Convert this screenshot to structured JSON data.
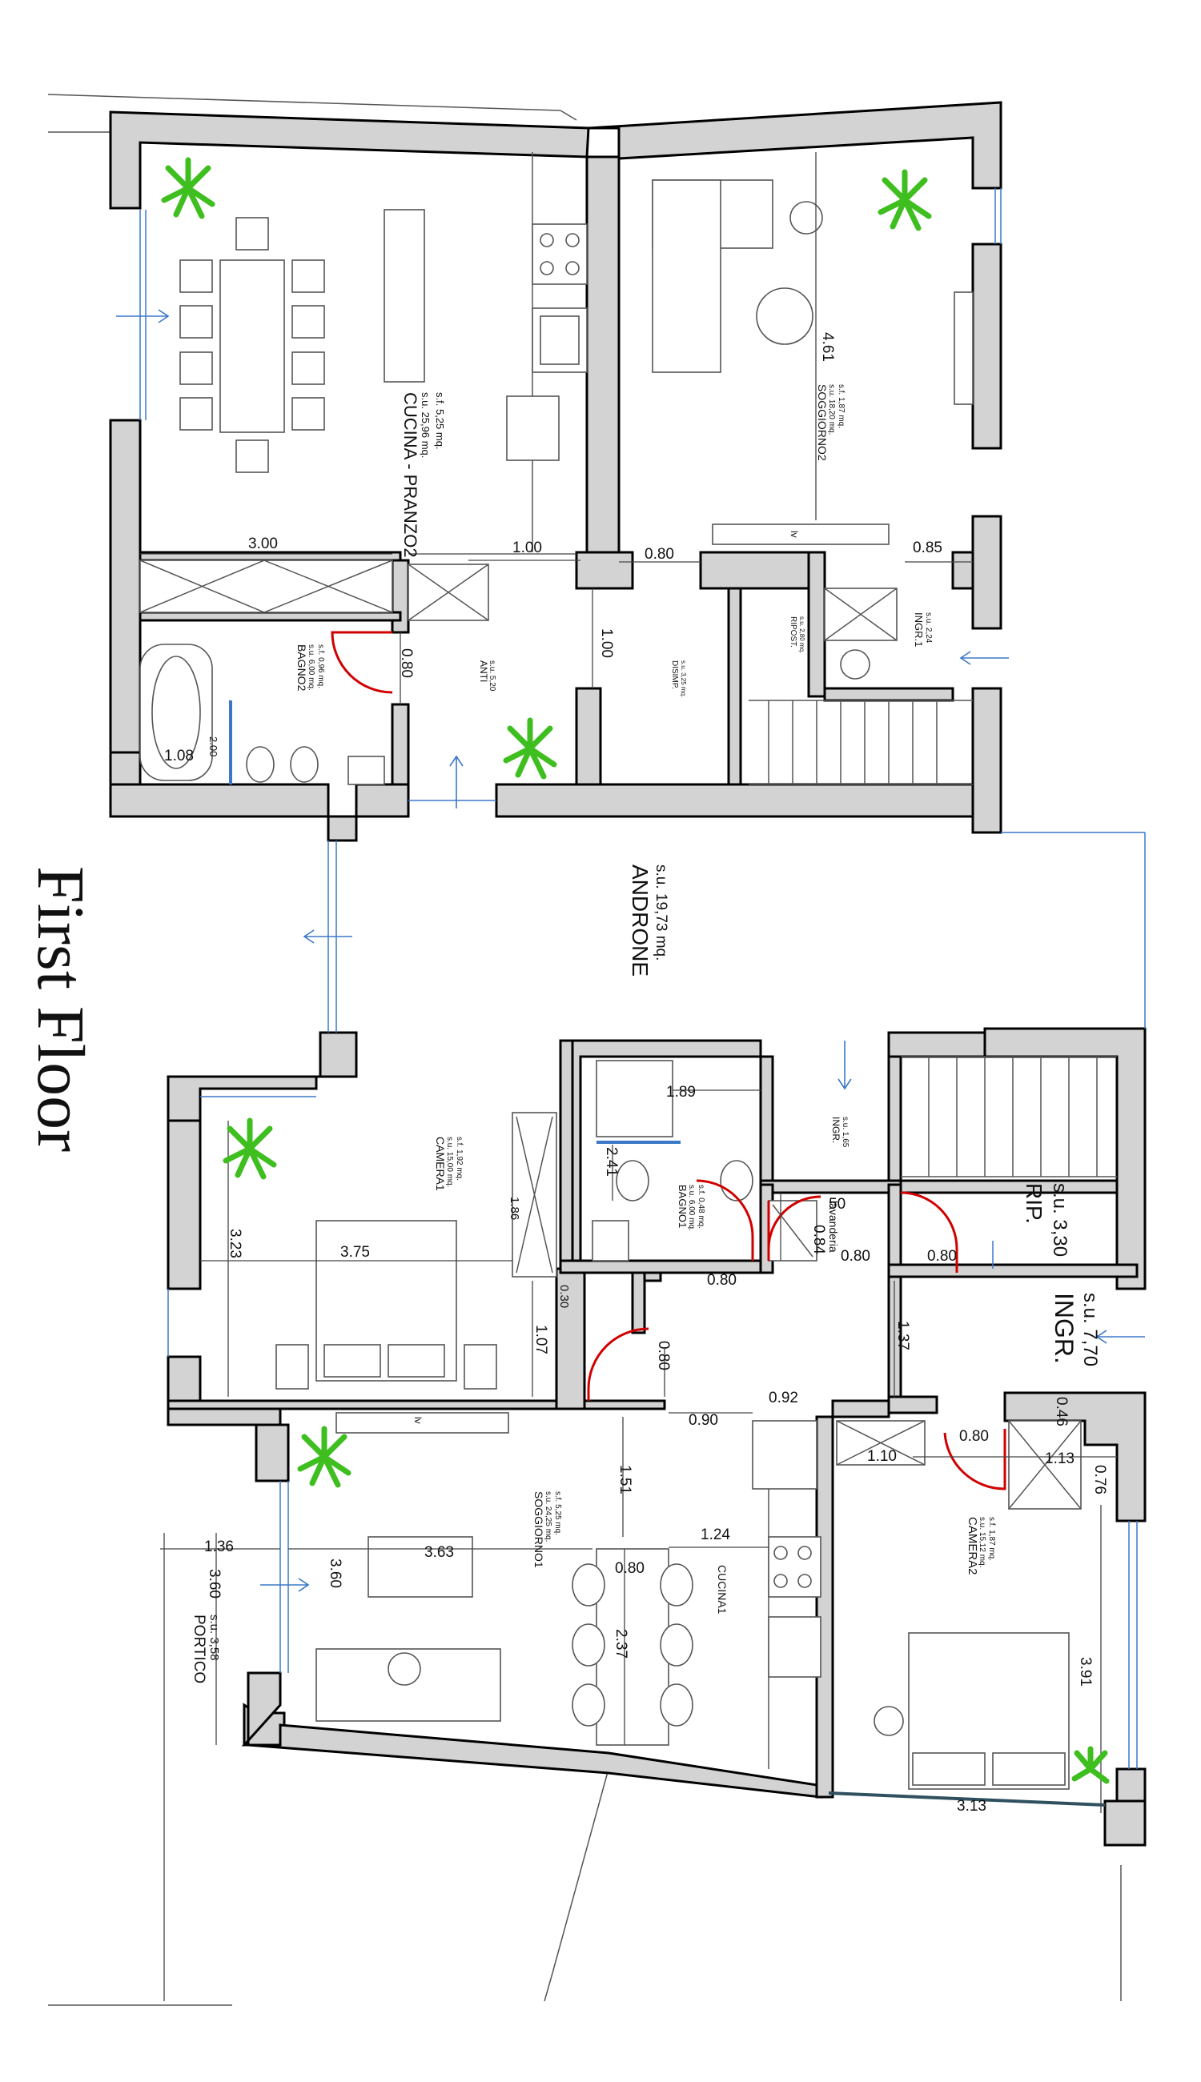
{
  "title": "First Floor",
  "rooms": {
    "cucina_pranzo2": {
      "name": "CUCINA - PRANZO2",
      "su": "s.u. 25,96 mq.",
      "sf": "s.f. 5,25 mq."
    },
    "soggiorno2": {
      "name": "SOGGIORNO2",
      "su": "s.u. 18,20 mq.",
      "sf": "s.f. 1,87 mq."
    },
    "bagno2": {
      "name": "BAGNO2",
      "su": "s.u. 6,00 mq.",
      "sf": "s.f. 0,96 mq."
    },
    "anti": {
      "name": "ANTI",
      "su": "s.u. 5,20"
    },
    "disimp": {
      "name": "DISIMP.",
      "su": "s.u. 3,25 mq."
    },
    "ripost": {
      "name": "RIPOST.",
      "su": "s.u. 2,80 mq."
    },
    "ingr1": {
      "name": "INGR.1",
      "su": "s.u. 2,24"
    },
    "androne": {
      "name": "ANDRONE",
      "su": "s.u. 19,73 mq."
    },
    "camera1": {
      "name": "CAMERA1",
      "su": "s.u. 15,00 mq.",
      "sf": "s.f. 1,92 mq."
    },
    "bagno1": {
      "name": "BAGNO1",
      "su": "s.u. 6,00 mq.",
      "sf": "s.f. 0,48 mq."
    },
    "ingr_small": {
      "name": "INGR.",
      "su": "s.u. 1,65"
    },
    "lavanderia": {
      "name": "lavanderia"
    },
    "rip": {
      "name": "RIP.",
      "su": "s.u. 3,30"
    },
    "ingr": {
      "name": "INGR.",
      "su": "s.u. 7,70"
    },
    "soggiorno1": {
      "name": "SOGGIORNO1",
      "su": "s.u. 24,25 mq.",
      "sf": "s.f. 5,25 mq."
    },
    "cucina1": {
      "name": "CUCINA1"
    },
    "camera2": {
      "name": "CAMERA2",
      "su": "s.u. 15,12 mq.",
      "sf": "s.f. 1,87 mq."
    },
    "portico": {
      "name": "PORTICO",
      "su": "s.u. 3,58"
    }
  },
  "dims": {
    "d300": "3.00",
    "d100a": "1.00",
    "d080a": "0.80",
    "d085": "0.85",
    "d461": "4.61",
    "d100b": "1.00",
    "d080b": "0.80",
    "d108": "1.08",
    "d200": "2.00",
    "d375": "3.75",
    "d323": "3.23",
    "d189": "1.89",
    "d241": "2.41",
    "d186": "1.86",
    "d030": "0.30",
    "d107": "1.07",
    "d050": "50",
    "d084": "0.84",
    "d080c": "0.80",
    "d080d": "0.80",
    "d080e": "0.80",
    "d080f": "0.80",
    "d137": "1.37",
    "d092": "0.92",
    "d090": "0.90",
    "d151": "1.51",
    "d110": "1.10",
    "d080g": "0.80",
    "d046": "0.46",
    "d113": "1.13",
    "d076": "0.76",
    "d124": "1.24",
    "d136": "1.36",
    "d363": "3.63",
    "d360a": "3.60",
    "d360b": "3.60",
    "d080h": "0.80",
    "d237": "2.37",
    "d391": "3.91",
    "d313": "3.13"
  },
  "labels": {
    "lv1": "lv",
    "lv2": "lv"
  },
  "colors": {
    "wall": "#d3d3d3",
    "door": "#d10000",
    "glass": "#3a78c8",
    "plant": "#3fbf1f"
  }
}
